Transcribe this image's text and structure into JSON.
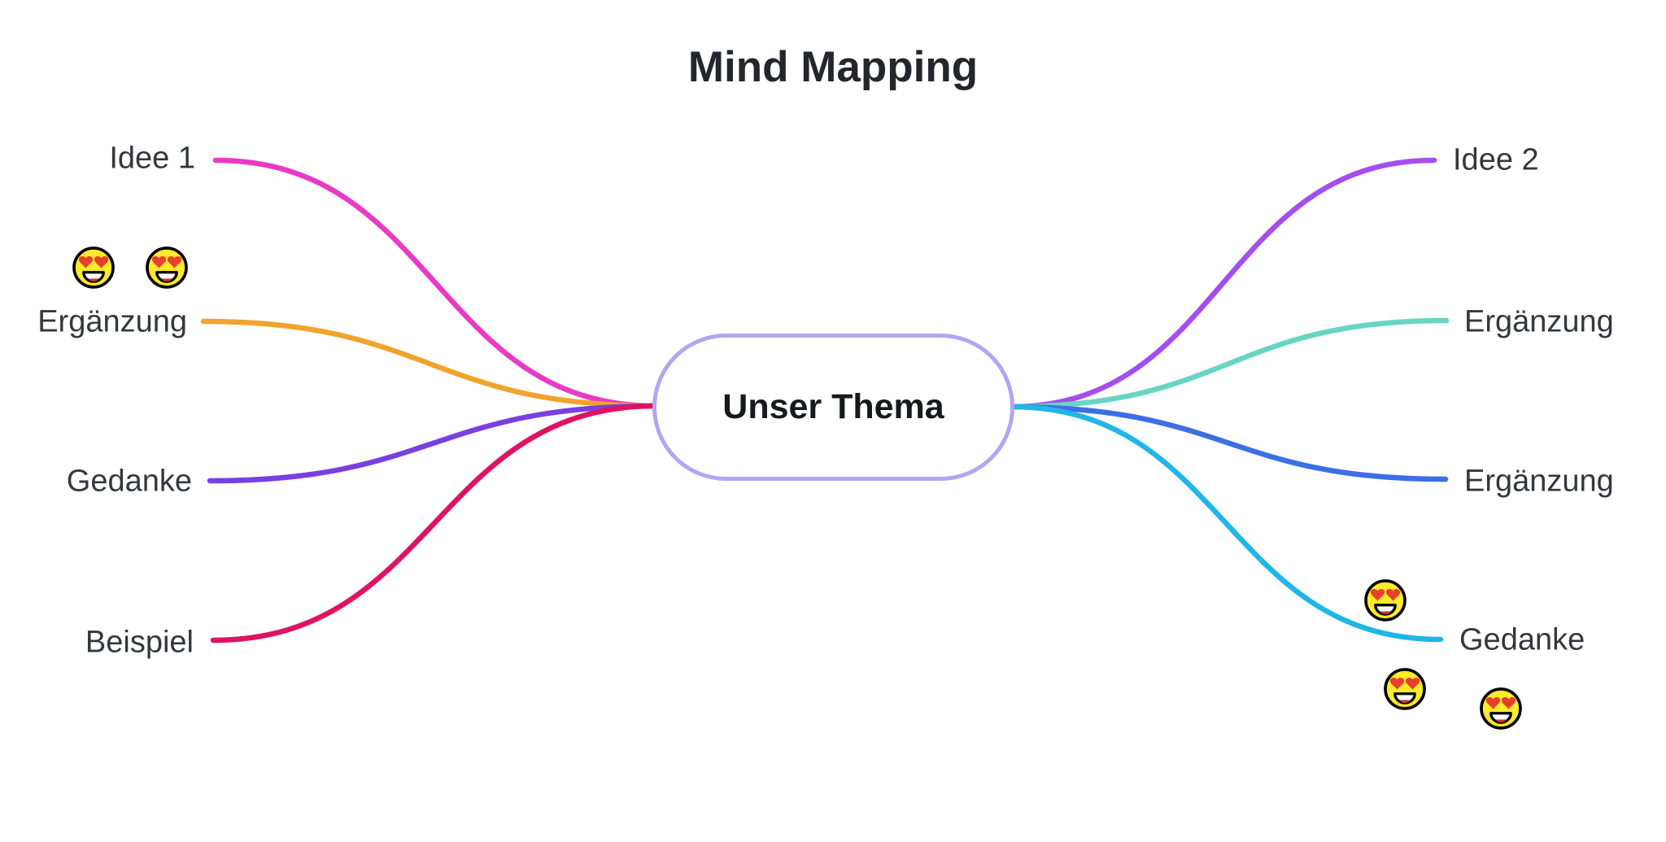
{
  "title": "Mind Mapping",
  "root": {
    "label": "Unser Thema",
    "border_color": "#b3a5f2"
  },
  "branches": [
    {
      "id": "idee-1",
      "side": "left",
      "label": "Idee 1",
      "color": "#e93ac5",
      "emojis": []
    },
    {
      "id": "ergaenzung-left",
      "side": "left",
      "label": "Ergänzung",
      "color": "#f0a42d",
      "emojis": [
        "heart-eyes",
        "heart-eyes"
      ]
    },
    {
      "id": "gedanke-left",
      "side": "left",
      "label": "Gedanke",
      "color": "#7840e0",
      "emojis": []
    },
    {
      "id": "beispiel",
      "side": "left",
      "label": "Beispiel",
      "color": "#e01263",
      "emojis": []
    },
    {
      "id": "idee-2",
      "side": "right",
      "label": "Idee 2",
      "color": "#a44df0",
      "emojis": []
    },
    {
      "id": "ergaenzung-right-top",
      "side": "right",
      "label": "Ergänzung",
      "color": "#68d5c2",
      "emojis": []
    },
    {
      "id": "ergaenzung-right-bottom",
      "side": "right",
      "label": "Ergänzung",
      "color": "#3c6fe3",
      "emojis": []
    },
    {
      "id": "gedanke-right",
      "side": "right",
      "label": "Gedanke",
      "color": "#20b6e8",
      "emojis": [
        "heart-eyes",
        "heart-eyes",
        "heart-eyes"
      ]
    }
  ],
  "icons": {
    "emoji_name": "heart-eyes",
    "emoji_face_color": "#FCEA2B",
    "emoji_heart_color": "#E7402F"
  }
}
